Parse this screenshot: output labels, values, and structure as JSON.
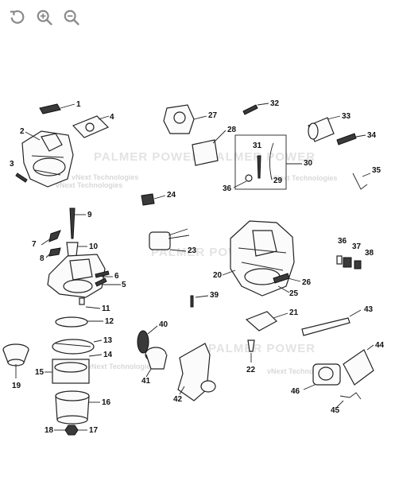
{
  "toolbar": {
    "rotate_icon": "rotate-icon",
    "zoom_in_icon": "zoom-in-icon",
    "zoom_out_icon": "zoom-out-icon"
  },
  "watermarks": [
    "PALMER POWER",
    "PALMER POWER",
    "PALMER POWER",
    "PALMER POWER"
  ],
  "watermark_sub": [
    "vNext Technologies",
    "vNext Technologies",
    "vNext Technologies",
    "vNext Technologies",
    "vNext Technologies"
  ],
  "callouts": [
    "1",
    "2",
    "3",
    "4",
    "5",
    "6",
    "7",
    "8",
    "9",
    "10",
    "11",
    "12",
    "13",
    "14",
    "15",
    "16",
    "17",
    "18",
    "19",
    "20",
    "21",
    "22",
    "23",
    "24",
    "25",
    "26",
    "27",
    "28",
    "29",
    "30",
    "31",
    "32",
    "33",
    "34",
    "35",
    "36",
    "36",
    "37",
    "38",
    "39",
    "40",
    "41",
    "42",
    "43",
    "44",
    "45",
    "46"
  ]
}
